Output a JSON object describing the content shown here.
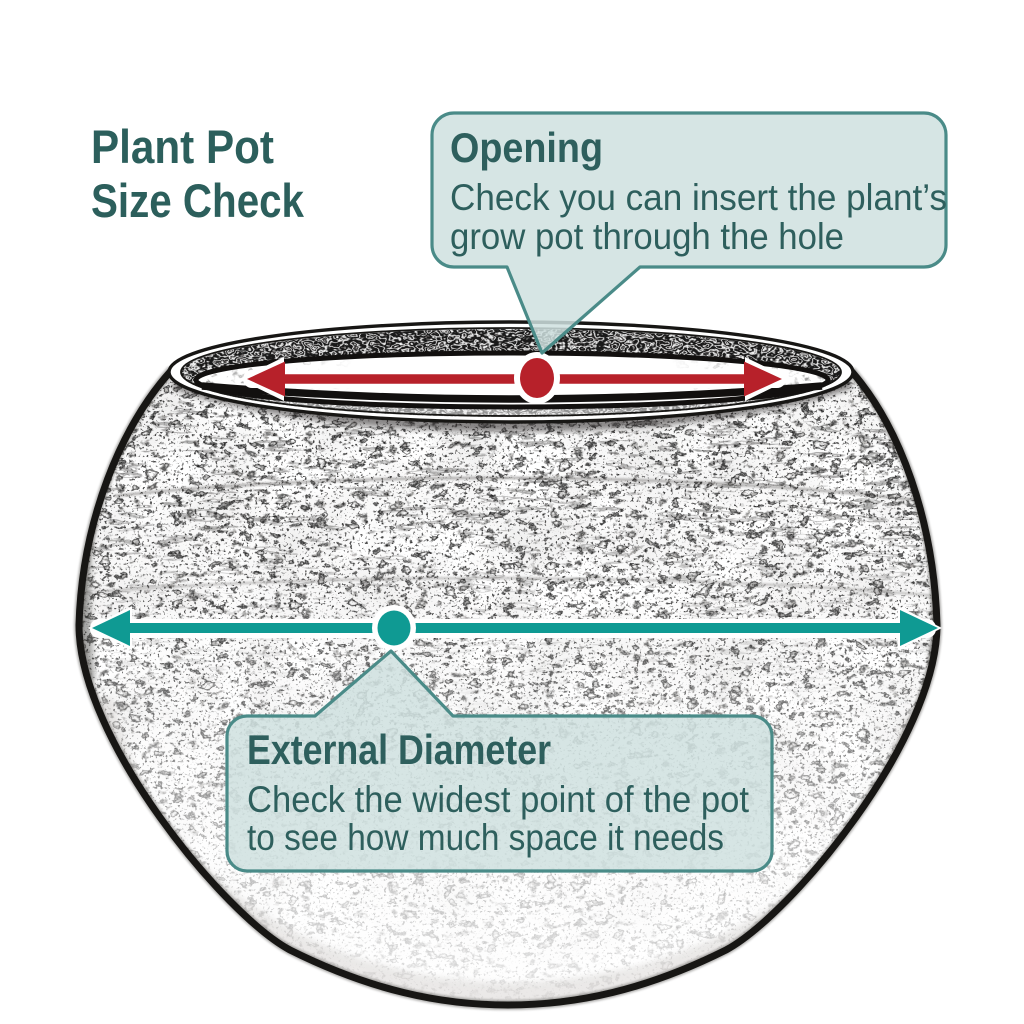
{
  "title": {
    "line1": "Plant Pot",
    "line2": "Size Check"
  },
  "callouts": {
    "opening": {
      "heading": "Opening",
      "line1": "Check you can insert the plant’s",
      "line2": "grow pot through the hole"
    },
    "external_diameter": {
      "heading": "External Diameter",
      "line1": "Check the widest point of the pot",
      "line2": "to see how much space it needs"
    }
  },
  "colors": {
    "background": "#ffffff",
    "title_text": "#2c5f5c",
    "callout_text": "#2e5f5d",
    "callout_fill": "#cfe0df",
    "callout_fill_opacity": "0.85",
    "callout_border": "#4a8b88",
    "opening_arrow": "#b7212a",
    "diameter_arrow": "#0f9a93",
    "sketch_outline": "#171614"
  }
}
